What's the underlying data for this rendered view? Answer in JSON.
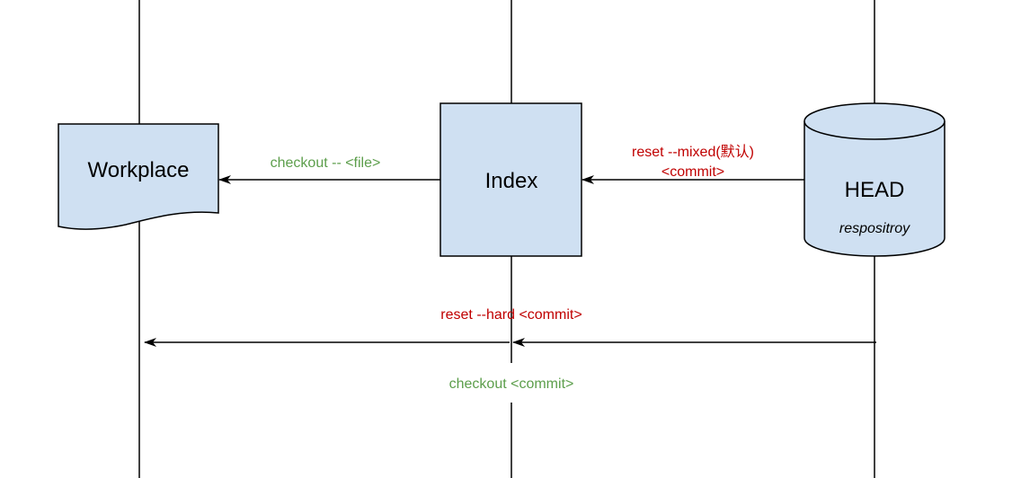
{
  "colors": {
    "box_fill": "#cfe0f2",
    "box_stroke": "#000000",
    "line": "#000000",
    "reset_label": "#c00000",
    "checkout_label": "#5c9e4b"
  },
  "nodes": {
    "workplace": {
      "label": "Workplace",
      "shape": "document"
    },
    "index": {
      "label": "Index",
      "shape": "rectangle"
    },
    "head": {
      "label": "HEAD",
      "sublabel": "respositroy",
      "shape": "cylinder"
    }
  },
  "edges": {
    "checkout_file": {
      "label": "checkout -- <file>",
      "from": "Index",
      "to": "Workplace"
    },
    "reset_mixed": {
      "label_line1": "reset --mixed(默认)",
      "label_line2": "<commit>",
      "from": "HEAD",
      "to": "Index"
    },
    "reset_hard": {
      "label": "reset --hard <commit>",
      "from": "HEAD",
      "to": "Workplace"
    },
    "checkout_commit": {
      "label": "checkout <commit>",
      "from": "HEAD",
      "to": "Workplace"
    }
  }
}
